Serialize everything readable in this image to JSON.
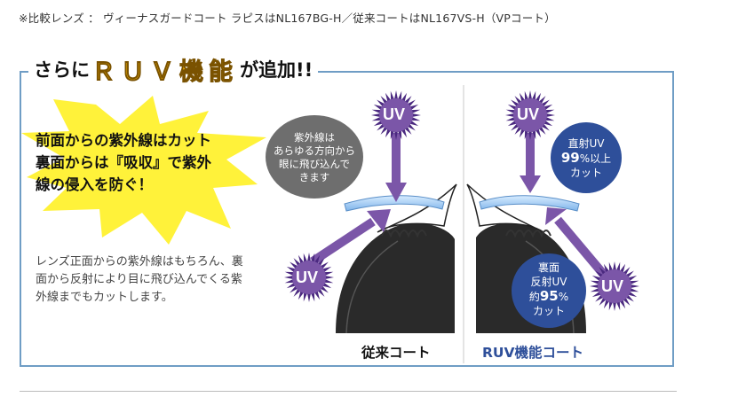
{
  "note": "※比較レンズ ： ヴィーナスガードコート ラピスはNL167BG-H／従来コートはNL167VS-H（VPコート）",
  "heading": {
    "prefix": "さらに",
    "highlight": "ＲＵＶ機能",
    "suffix": "が追加!!"
  },
  "burst_lines": [
    "前面からの紫外線はカット",
    "裏面からは『吸収』で紫外",
    "線の侵入を防ぐ！"
  ],
  "description": "レンズ正面からの紫外線はもちろん、裏面から反射により目に飛び込んでくる紫外線までもカットします。",
  "uv_label": "UV",
  "left_diagram": {
    "bubble_lines": [
      "紫外線は",
      "あらゆる方向から",
      "眼に飛び込んで",
      "きます"
    ],
    "caption": "従来コート"
  },
  "right_diagram": {
    "front_bubble": {
      "line1": "直射UV",
      "line2_num": "99",
      "line2_unit": "%以上",
      "line3": "カット"
    },
    "back_bubble": {
      "line1": "裏面",
      "line2": "反射UV",
      "line3_prefix": "約",
      "line3_num": "95",
      "line3_unit": "%",
      "line4": "カット"
    },
    "caption": "RUV機能コート"
  },
  "colors": {
    "frame": "#6f9dc5",
    "uv_arrow": "#7b56a8",
    "uv_burst": "#4b2a80",
    "bubble_blue": "#2e4f9a",
    "bubble_gray": "#6e6e6e",
    "burst_yellow": "#fff23a",
    "caption_blue": "#2e4f9a"
  }
}
